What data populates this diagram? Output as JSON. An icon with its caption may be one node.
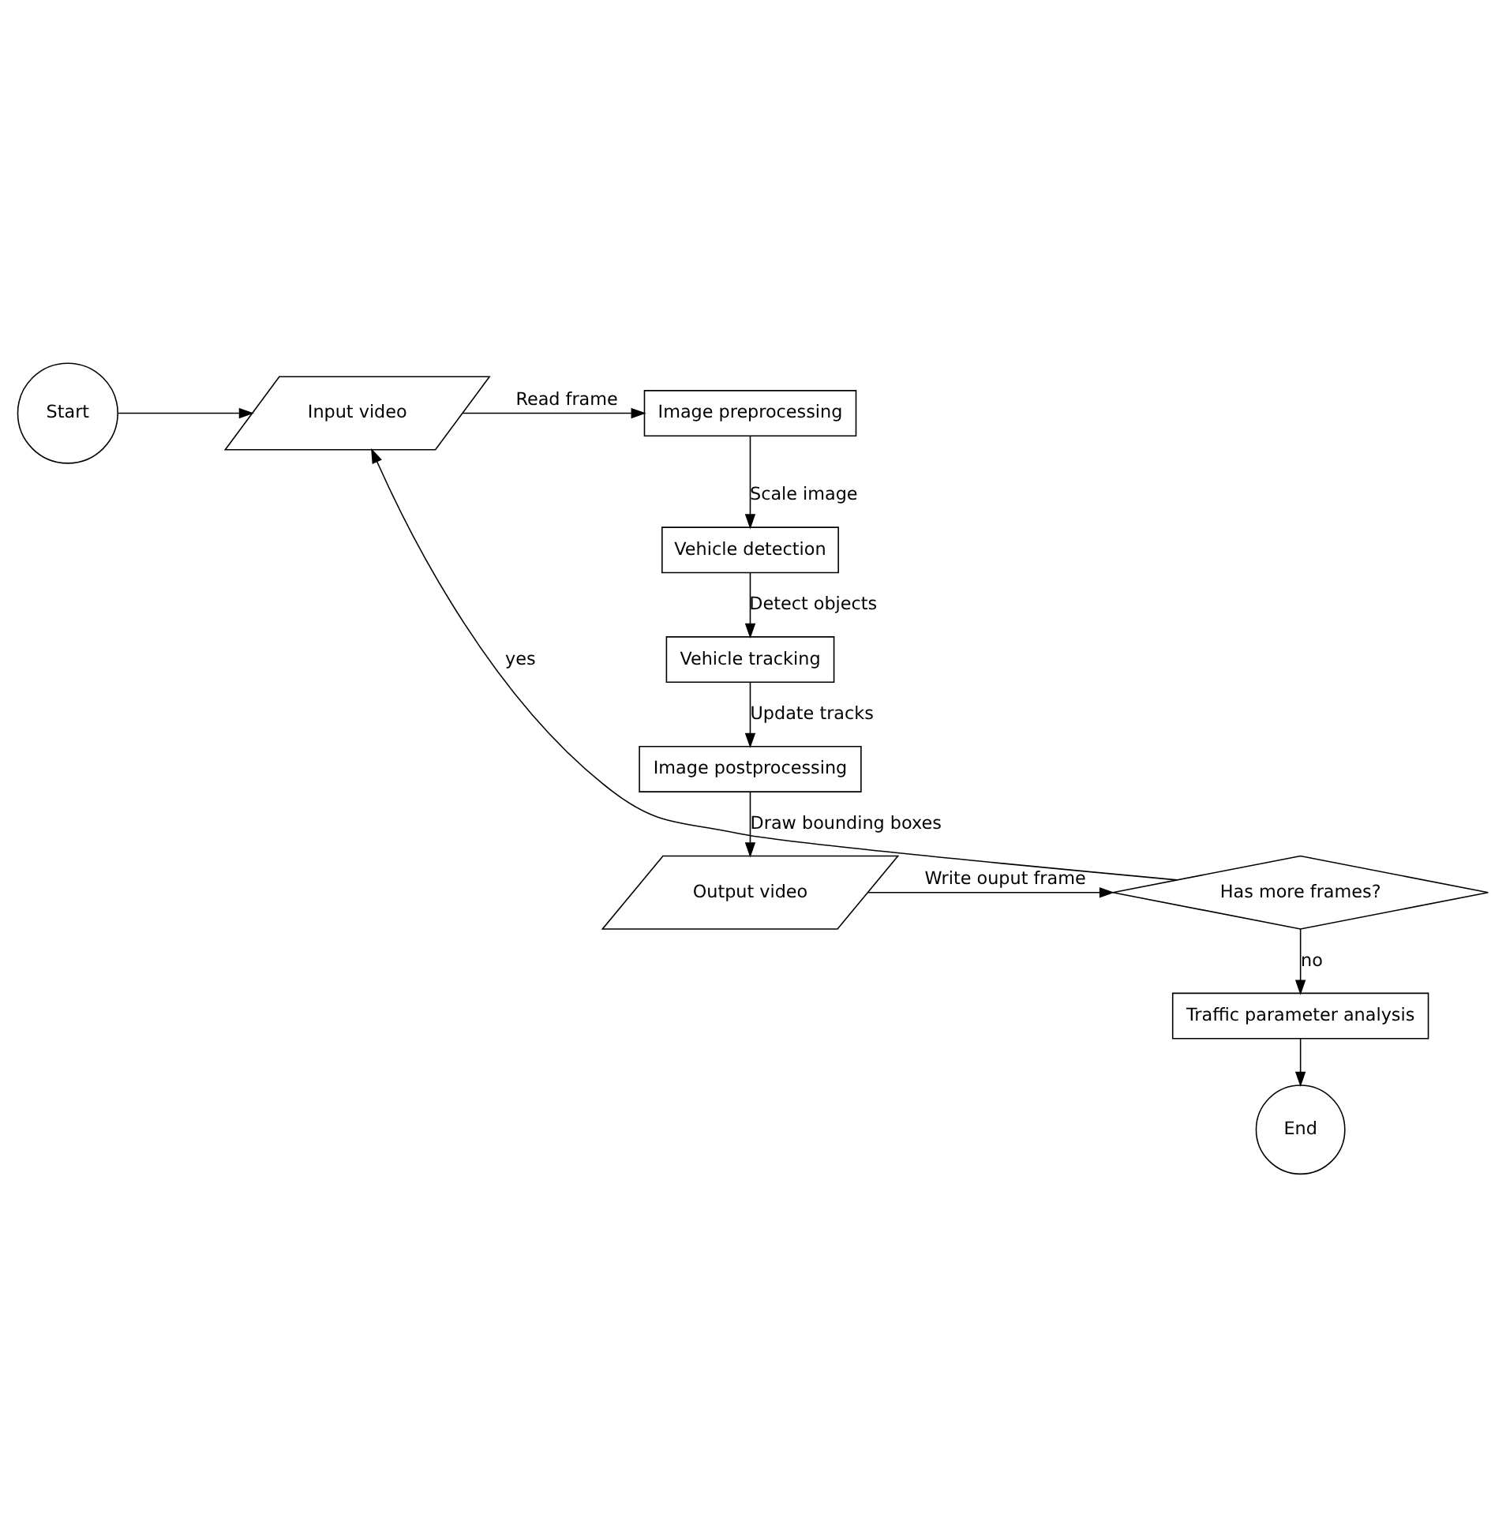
{
  "diagram": {
    "nodes": [
      {
        "text": [
          "Start"
        ]
      },
      {
        "text": [
          "Input video"
        ]
      },
      {
        "text": [
          "Image preprocessing"
        ]
      },
      {
        "text": [
          "Vehicle detection"
        ]
      },
      {
        "text": [
          "Vehicle tracking"
        ]
      },
      {
        "text": [
          "Image postprocessing"
        ]
      },
      {
        "text": [
          "Output video"
        ]
      },
      {
        "text": [
          "Has more frames?"
        ]
      },
      {
        "text": [
          "Traffic parameter analysis"
        ]
      },
      {
        "text": [
          "End"
        ]
      }
    ],
    "edges": [
      {
        "from": 0,
        "to": 1,
        "arrow": "to"
      },
      {
        "from": 1,
        "to": 2,
        "arrow": "to",
        "label": "Read frame"
      },
      {
        "from": 2,
        "to": 3,
        "arrow": "to",
        "label": "Scale image"
      },
      {
        "from": 3,
        "to": 4,
        "arrow": "to",
        "label": "Detect objects"
      },
      {
        "from": 4,
        "to": 5,
        "arrow": "to",
        "label": "Update tracks"
      },
      {
        "from": 5,
        "to": 6,
        "arrow": "to",
        "label": "Draw bounding boxes"
      },
      {
        "from": 6,
        "to": 7,
        "arrow": "to",
        "label": "Write ouput frame"
      },
      {
        "from": 7,
        "to": 1,
        "arrow": "to",
        "label": "yes"
      },
      {
        "from": 7,
        "to": 8,
        "arrow": "to",
        "label": "no"
      },
      {
        "from": 8,
        "to": 9,
        "arrow": "to"
      }
    ]
  }
}
